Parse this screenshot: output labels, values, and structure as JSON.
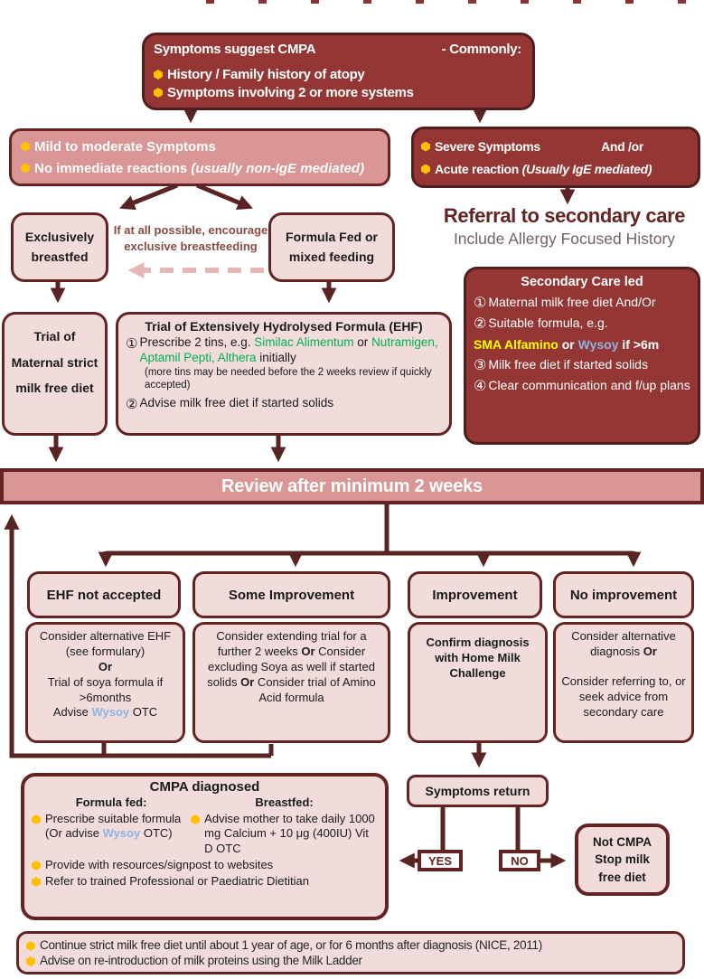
{
  "colors": {
    "dark_red_fill": "#943634",
    "rose_fill": "#D99694",
    "light_pink_fill": "#F2DCDB",
    "border_maroon": "#632423",
    "arrow_maroon": "#5a2422",
    "bullet_yellow": "#FFC000",
    "brand_green": "#00B050",
    "brand_yellow": "#FFFF00",
    "brand_blue": "#8DB4E2",
    "referral_subtitle_gray": "#756363"
  },
  "top_box": {
    "title": "Symptoms suggest CMPA",
    "commonly": "- Commonly:",
    "bullets": [
      "History / Family history of atopy",
      "Symptoms involving 2 or more systems"
    ]
  },
  "mild_box": {
    "line1": "Mild to moderate  Symptoms",
    "line2": "No immediate reactions ",
    "line2_italic": "(usually non-IgE mediated)"
  },
  "severe_box": {
    "line1": "Severe Symptoms",
    "and_or": "And /or",
    "line2": "Acute reaction ",
    "line2_italic": "(Usually IgE mediated)"
  },
  "referral": {
    "title": "Referral to secondary care",
    "subtitle": "Include Allergy Focused History"
  },
  "breastfed_box": {
    "line1": "Exclusively",
    "line2": "breastfed"
  },
  "encourage_note": {
    "line1": "If at all possible, encourage",
    "line2": "exclusive breastfeeding"
  },
  "formula_box": {
    "line1": "Formula Fed or",
    "line2": "mixed feeding"
  },
  "maternal_box": {
    "line1": "Trial of",
    "line2": "Maternal strict",
    "line3": "milk free diet"
  },
  "ehf_box": {
    "title": "Trial of Extensively Hydrolysed Formula (EHF)",
    "item1_num": "①",
    "item1_seg1": "Prescribe 2 tins, e.g. ",
    "item1_green1": "Similac Alimentum",
    "item1_seg2": " or ",
    "item1_green2": "Nutramigen, Aptamil Pepti, Althera",
    "item1_seg3": " initially",
    "item1_note": "(more tins may be needed before the 2 weeks review if quickly accepted)",
    "item2_num": "②",
    "item2": "Advise milk free diet if started solids"
  },
  "secondary_box": {
    "title": "Secondary Care led",
    "item1_num": "①",
    "item1": "Maternal milk free diet And/Or",
    "item2_num": "②",
    "item2": "Suitable formula, e.g.",
    "formula_yellow": "SMA Alfamino",
    "formula_or": " or ",
    "formula_blue": "Wysoy",
    "formula_rest": " if >6m",
    "item3_num": "③",
    "item3": "Milk free diet if started solids",
    "item4_num": "④",
    "item4": "Clear communication and f/up plans"
  },
  "review_banner": "Review after minimum 2 weeks",
  "outcomes": {
    "h1": "EHF not accepted",
    "h2": "Some Improvement",
    "h3": "Improvement",
    "h4": "No improvement"
  },
  "outcome1_body": {
    "line1": "Consider alternative EHF (see formulary)",
    "or": "Or",
    "line2": "Trial of soya formula if >6months",
    "line3_pre": "Advise ",
    "line3_brand": "Wysoy",
    "line3_post": " OTC"
  },
  "outcome2_body": {
    "seg1": "Consider extending trial for a further 2 weeks ",
    "or1": "Or",
    "seg2": " Consider excluding Soya as well if started solids ",
    "or2": "Or",
    "seg3": " Consider trial of Amino Acid formula"
  },
  "outcome3_body": "Confirm diagnosis with Home Milk Challenge",
  "outcome4_body": {
    "seg1": "Consider alternative diagnosis ",
    "or": "Or",
    "seg2": "Consider referring to, or seek advice from secondary care"
  },
  "cmpa_box": {
    "title": "CMPA diagnosed",
    "col1_header": "Formula fed:",
    "col1_b1_l1": "Prescribe suitable formula",
    "col1_b1_pre": "(Or advise ",
    "col1_b1_brand": "Wysoy",
    "col1_b1_post": " OTC)",
    "col2_header": "Breastfed:",
    "col2_b1": "Advise mother to take daily 1000 mg Calcium + 10 μg (400IU) Vit D OTC",
    "b2": "Provide with resources/signpost to websites",
    "b3": "Refer to trained Professional or Paediatric Dietitian"
  },
  "symptoms_return": "Symptoms return",
  "yes_label": "YES",
  "no_label": "NO",
  "not_cmpa_box": {
    "line1": "Not CMPA",
    "line2": "Stop milk",
    "line3": "free diet"
  },
  "bottom_box": {
    "bullets": [
      "Continue strict milk free diet until about 1 year of age, or for 6 months after diagnosis (NICE, 2011)",
      "Advise on re-introduction of milk proteins using the Milk Ladder"
    ]
  }
}
